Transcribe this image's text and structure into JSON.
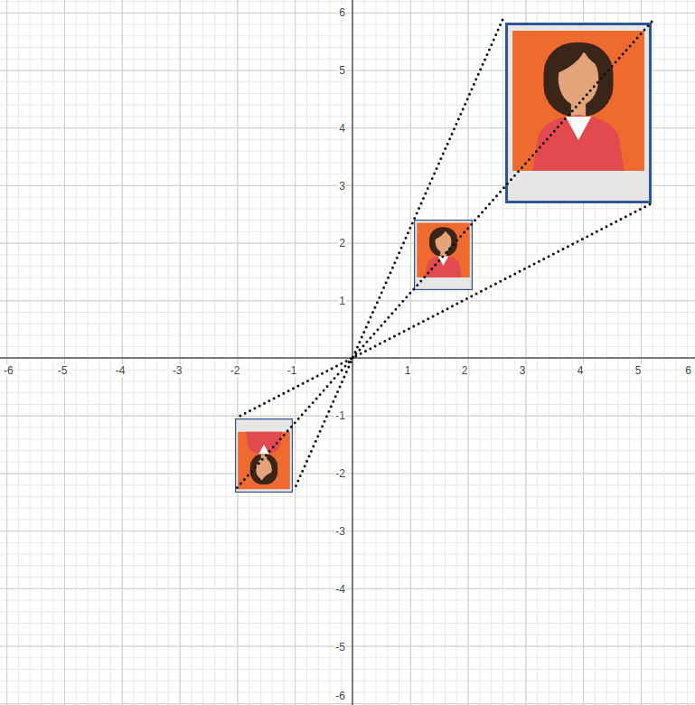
{
  "diagram": {
    "labels": [
      "-6",
      "-5",
      "-4",
      "-3",
      "-2",
      "-1",
      "1",
      "2",
      "3",
      "4",
      "5",
      "6",
      "6",
      "5",
      "4",
      "3",
      "2",
      "1",
      "-1",
      "-2",
      "-3",
      "-4",
      "-5",
      "-6"
    ]
  }
}
